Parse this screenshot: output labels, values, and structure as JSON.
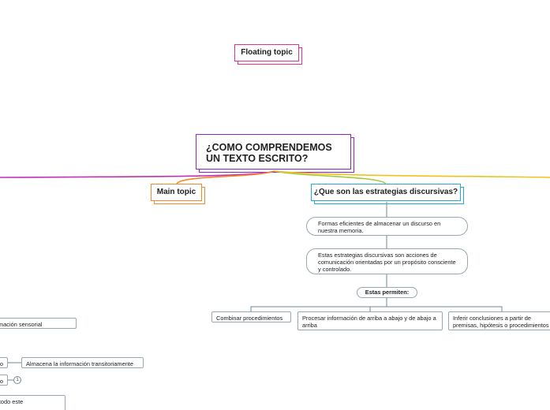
{
  "floating_topic": {
    "label": "Floating topic"
  },
  "central_topic": {
    "label": "¿COMO COMPRENDEMOS UN TEXTO ESCRITO?"
  },
  "main_topic": {
    "label": "Main topic"
  },
  "strategies": {
    "label": "¿Que son las estrategias discursivas?",
    "definitions": [
      "Formas eficientes de almacenar un discurso en nuestra memoria.",
      "Estas estrategias discursivas son acciones de comunicación orientadas por un propósito consciente y controlado."
    ],
    "allow_label": "Estas permiten:",
    "allow_items": [
      "Combinar procedimientos",
      "Procesar información de arriba a abajo y de abajo a arriba",
      "Inferir conclusiones a partir  de premisas, hipótesis o procedimientos"
    ]
  },
  "left_branch": {
    "sensorial": "sa la información sensorial",
    "o1": "o",
    "almacena": "Almacena la información transitoriamente",
    "o2": "o",
    "collapsed_count": "1",
    "gerenciar": "gerenciar todo este"
  },
  "colors": {
    "floating": "#e0338f",
    "central": "#8e24c9",
    "main_topic": "#f28a2a",
    "strategies": "#25a8e0",
    "branch_green": "#a7c93a",
    "branch_yellow": "#f2c21b",
    "connector": "#6f8797"
  }
}
